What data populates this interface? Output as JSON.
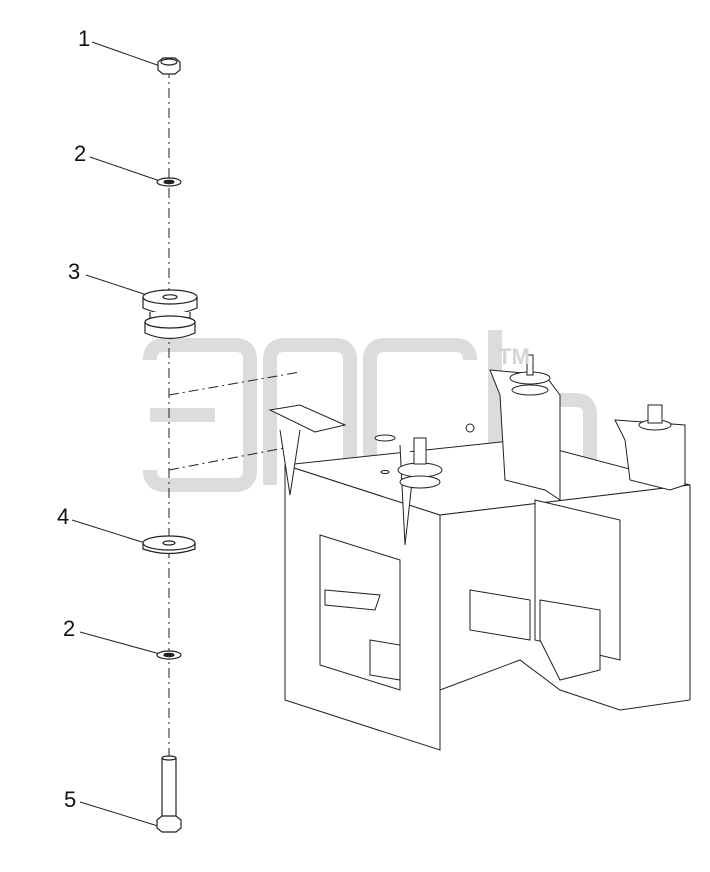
{
  "callouts": [
    {
      "id": "1",
      "text": "1"
    },
    {
      "id": "2a",
      "text": "2"
    },
    {
      "id": "3",
      "text": "3"
    },
    {
      "id": "4",
      "text": "4"
    },
    {
      "id": "2b",
      "text": "2"
    },
    {
      "id": "5",
      "text": "5"
    }
  ],
  "watermark": {
    "text": "элсb",
    "tm": "TM"
  },
  "colors": {
    "line": "#222222",
    "watermark": "#dcdcdc",
    "background": "#ffffff"
  }
}
